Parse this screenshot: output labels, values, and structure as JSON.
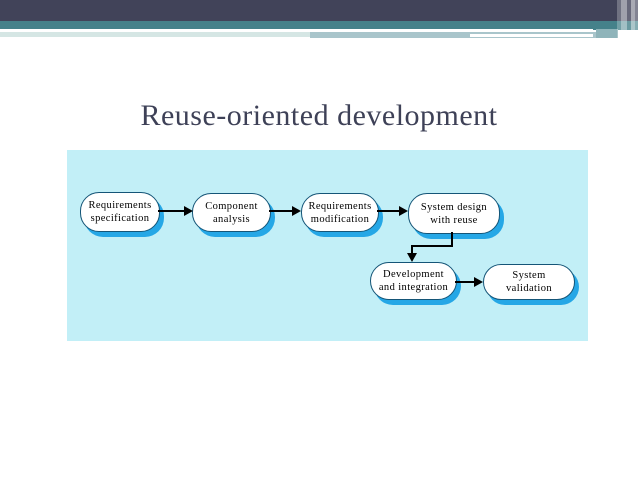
{
  "slide": {
    "title": "Reuse-oriented development"
  },
  "theme": {
    "header_dark": "#414359",
    "header_teal": "#45818a",
    "header_pale_band": "#a9c5cb",
    "title_color": "#3e4157",
    "panel_background": "#c2eff7",
    "node_fill": "#ffffff",
    "node_border": "#155577",
    "node_shadow": "#25a7e6",
    "arrow_color": "#000000"
  },
  "diagram": {
    "nodes": [
      {
        "name": "requirements-specification",
        "line1": "Requirements",
        "line2": "specification"
      },
      {
        "name": "component-analysis",
        "line1": "Component",
        "line2": "analysis"
      },
      {
        "name": "requirements-modification",
        "line1": "Requirements",
        "line2": "modification"
      },
      {
        "name": "system-design-with-reuse",
        "line1": "System design",
        "line2": "with reuse"
      },
      {
        "name": "development-and-integration",
        "line1": "Development",
        "line2": "and integration"
      },
      {
        "name": "system-validation",
        "line1": "System",
        "line2": "validation"
      }
    ],
    "flows": [
      "requirements-specification -> component-analysis",
      "component-analysis -> requirements-modification",
      "requirements-modification -> system-design-with-reuse",
      "system-design-with-reuse -> development-and-integration",
      "development-and-integration -> system-validation"
    ]
  }
}
